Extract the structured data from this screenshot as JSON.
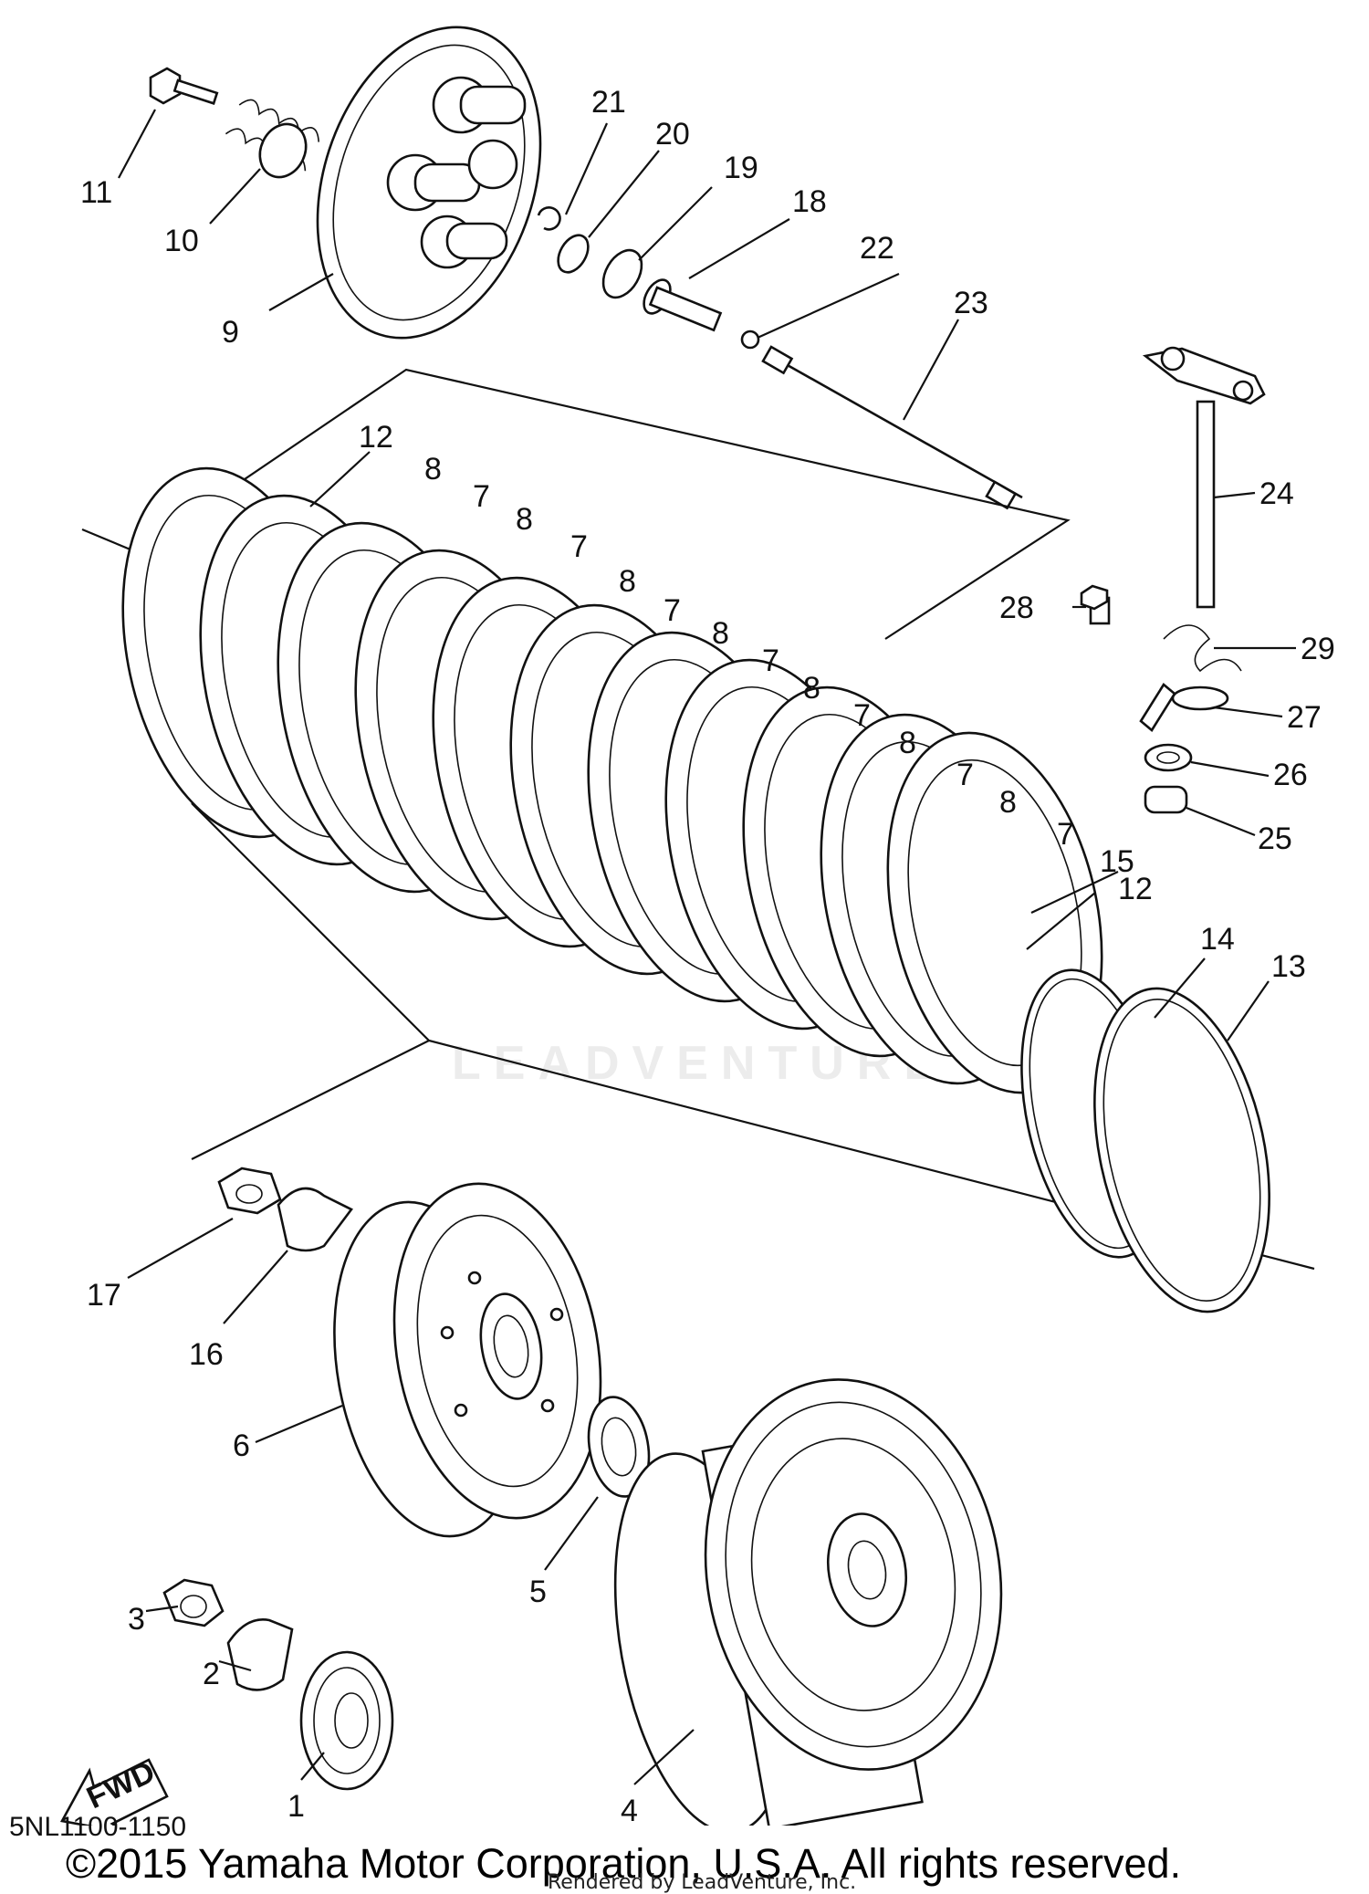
{
  "diagram": {
    "watermark": "LEADVENTURE",
    "fwd_label": "FWD",
    "parts": [
      {
        "id": "part-1",
        "label": "1"
      },
      {
        "id": "part-2",
        "label": "2"
      },
      {
        "id": "part-3",
        "label": "3"
      },
      {
        "id": "part-4",
        "label": "4"
      },
      {
        "id": "part-5",
        "label": "5"
      },
      {
        "id": "part-6",
        "label": "6"
      },
      {
        "id": "part-7",
        "label": "7"
      },
      {
        "id": "part-8",
        "label": "8"
      },
      {
        "id": "part-9",
        "label": "9"
      },
      {
        "id": "part-10",
        "label": "10"
      },
      {
        "id": "part-11",
        "label": "11"
      },
      {
        "id": "part-12",
        "label": "12"
      },
      {
        "id": "part-13",
        "label": "13"
      },
      {
        "id": "part-14",
        "label": "14"
      },
      {
        "id": "part-15",
        "label": "15"
      },
      {
        "id": "part-16",
        "label": "16"
      },
      {
        "id": "part-17",
        "label": "17"
      },
      {
        "id": "part-18",
        "label": "18"
      },
      {
        "id": "part-19",
        "label": "19"
      },
      {
        "id": "part-20",
        "label": "20"
      },
      {
        "id": "part-21",
        "label": "21"
      },
      {
        "id": "part-22",
        "label": "22"
      },
      {
        "id": "part-23",
        "label": "23"
      },
      {
        "id": "part-24",
        "label": "24"
      },
      {
        "id": "part-25",
        "label": "25"
      },
      {
        "id": "part-26",
        "label": "26"
      },
      {
        "id": "part-27",
        "label": "27"
      },
      {
        "id": "part-28",
        "label": "28"
      },
      {
        "id": "part-29",
        "label": "29"
      }
    ]
  },
  "footer": {
    "catalog_code": "5NL1100-1150",
    "copyright": "©2015 Yamaha Motor Corporation, U.S.A. All rights reserved.",
    "rendered_by": "Rendered by LeadVenture, Inc."
  }
}
